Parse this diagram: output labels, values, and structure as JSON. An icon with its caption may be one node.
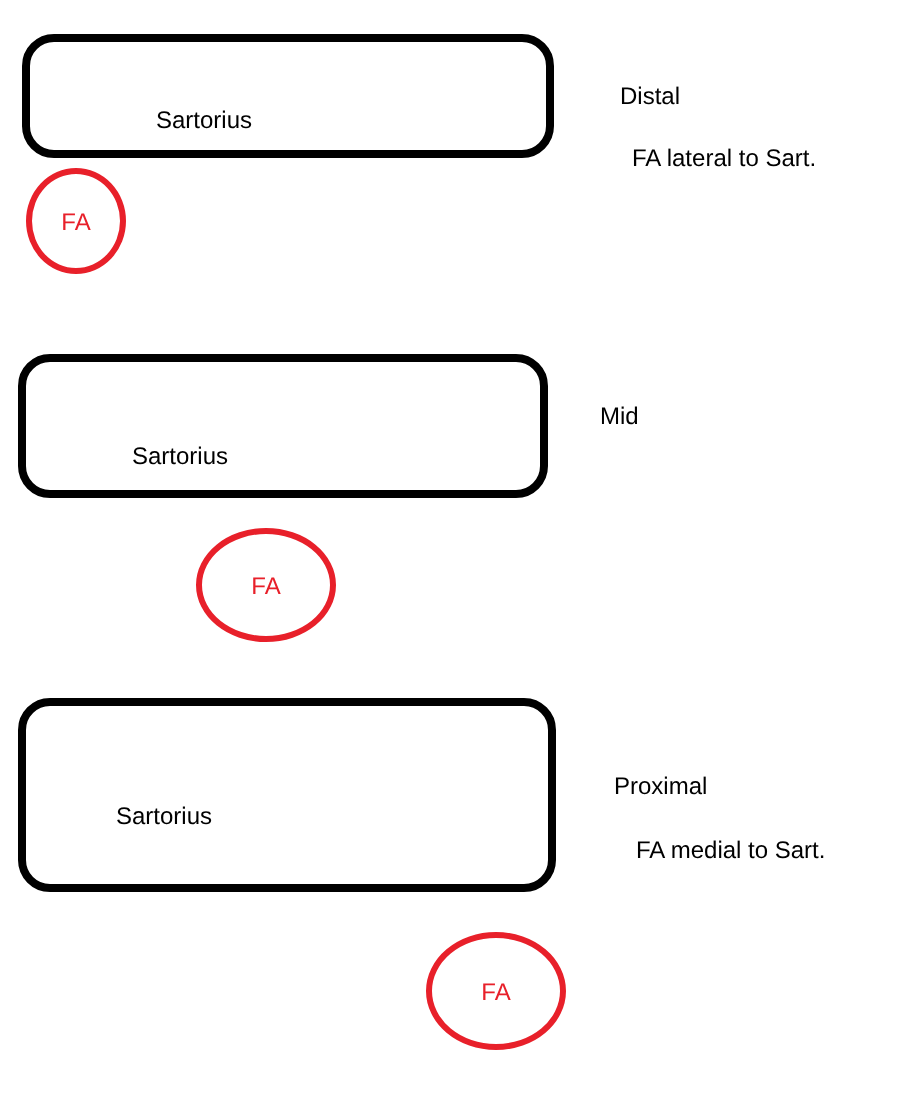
{
  "diagram": {
    "nodes": [
      {
        "text": [
          "Sartorius"
        ],
        "beside": [
          "Distal",
          "FA lateral to Sart."
        ]
      },
      {
        "text": [
          "FA"
        ]
      },
      {
        "text": [
          "Sartorius"
        ],
        "beside": [
          "Mid"
        ]
      },
      {
        "text": [
          "FA"
        ]
      },
      {
        "text": [
          "Sartorius"
        ],
        "beside": [
          "Proximal",
          "FA medial to Sart."
        ]
      },
      {
        "text": [
          "FA"
        ]
      }
    ]
  }
}
